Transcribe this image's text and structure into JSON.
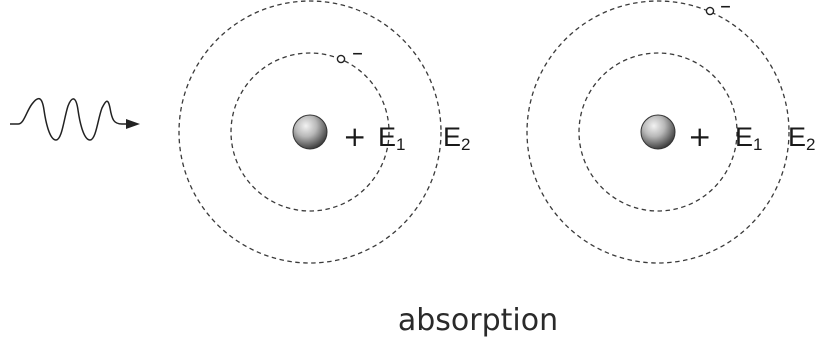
{
  "caption": "absorption",
  "atoms": [
    {
      "nucleus_charge": "+",
      "electron_charge": "–",
      "electron_level": "inner",
      "levels": [
        {
          "symbol": "E",
          "subscript": "1"
        },
        {
          "symbol": "E",
          "subscript": "2"
        }
      ]
    },
    {
      "nucleus_charge": "+",
      "electron_charge": "–",
      "electron_level": "outer",
      "levels": [
        {
          "symbol": "E",
          "subscript": "1"
        },
        {
          "symbol": "E",
          "subscript": "2"
        }
      ]
    }
  ],
  "icons": {
    "photon": "wavy-arrow-icon",
    "nucleus": "nucleus-sphere-icon",
    "electron": "electron-dot-icon"
  },
  "colors": {
    "line": "#3a3a3a",
    "text": "#1a1a1a",
    "nucleus_light": "#f2f2f2",
    "nucleus_dark": "#3c3c3c"
  }
}
